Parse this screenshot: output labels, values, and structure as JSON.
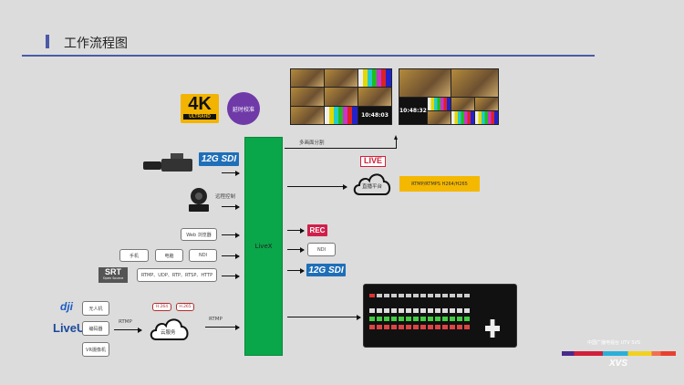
{
  "header": {
    "title": "工作流程图"
  },
  "center": {
    "label": "LiveX"
  },
  "monitors": {
    "clock_left": "10:48:03",
    "clock_right": "10:48:32",
    "split_label": "多画面分割"
  },
  "badges": {
    "uhd_big": "4K",
    "uhd_small": "ULTRAHD",
    "delay": "延时校准",
    "sdi": "12G SDI",
    "live": "LIVE",
    "rec": "REC",
    "srt": "SRT",
    "srt_sub": "Open Source",
    "dji": "dji",
    "liveu": "LiveU"
  },
  "inputs": {
    "ptz_label": "远程控制",
    "web": "Web 浏览器",
    "phone": "手机",
    "pc": "电脑",
    "ndi": "NDI",
    "protocols": "RTMP、UDP、RTP、RTSP、HTTP",
    "drone": "无人机",
    "encoder": "编码器",
    "vr": "VR摄像机",
    "rtmp_in": "RTMP",
    "h264": "H.264",
    "h265": "H.265",
    "cloud": "云服务",
    "rtmp_out": "RTMP"
  },
  "outputs": {
    "platform": "直播平台",
    "platform_protocols": "RTMP/RTMPS H264/H265",
    "ndi": "NDI"
  },
  "footer": {
    "company": "中国广播电视台 UTV SVS",
    "logo": "XVS"
  },
  "colors": {
    "green": "#0aa64a",
    "accent": "#4a5aa8",
    "yellow": "#f5b800",
    "purple": "#6f3aa8"
  }
}
